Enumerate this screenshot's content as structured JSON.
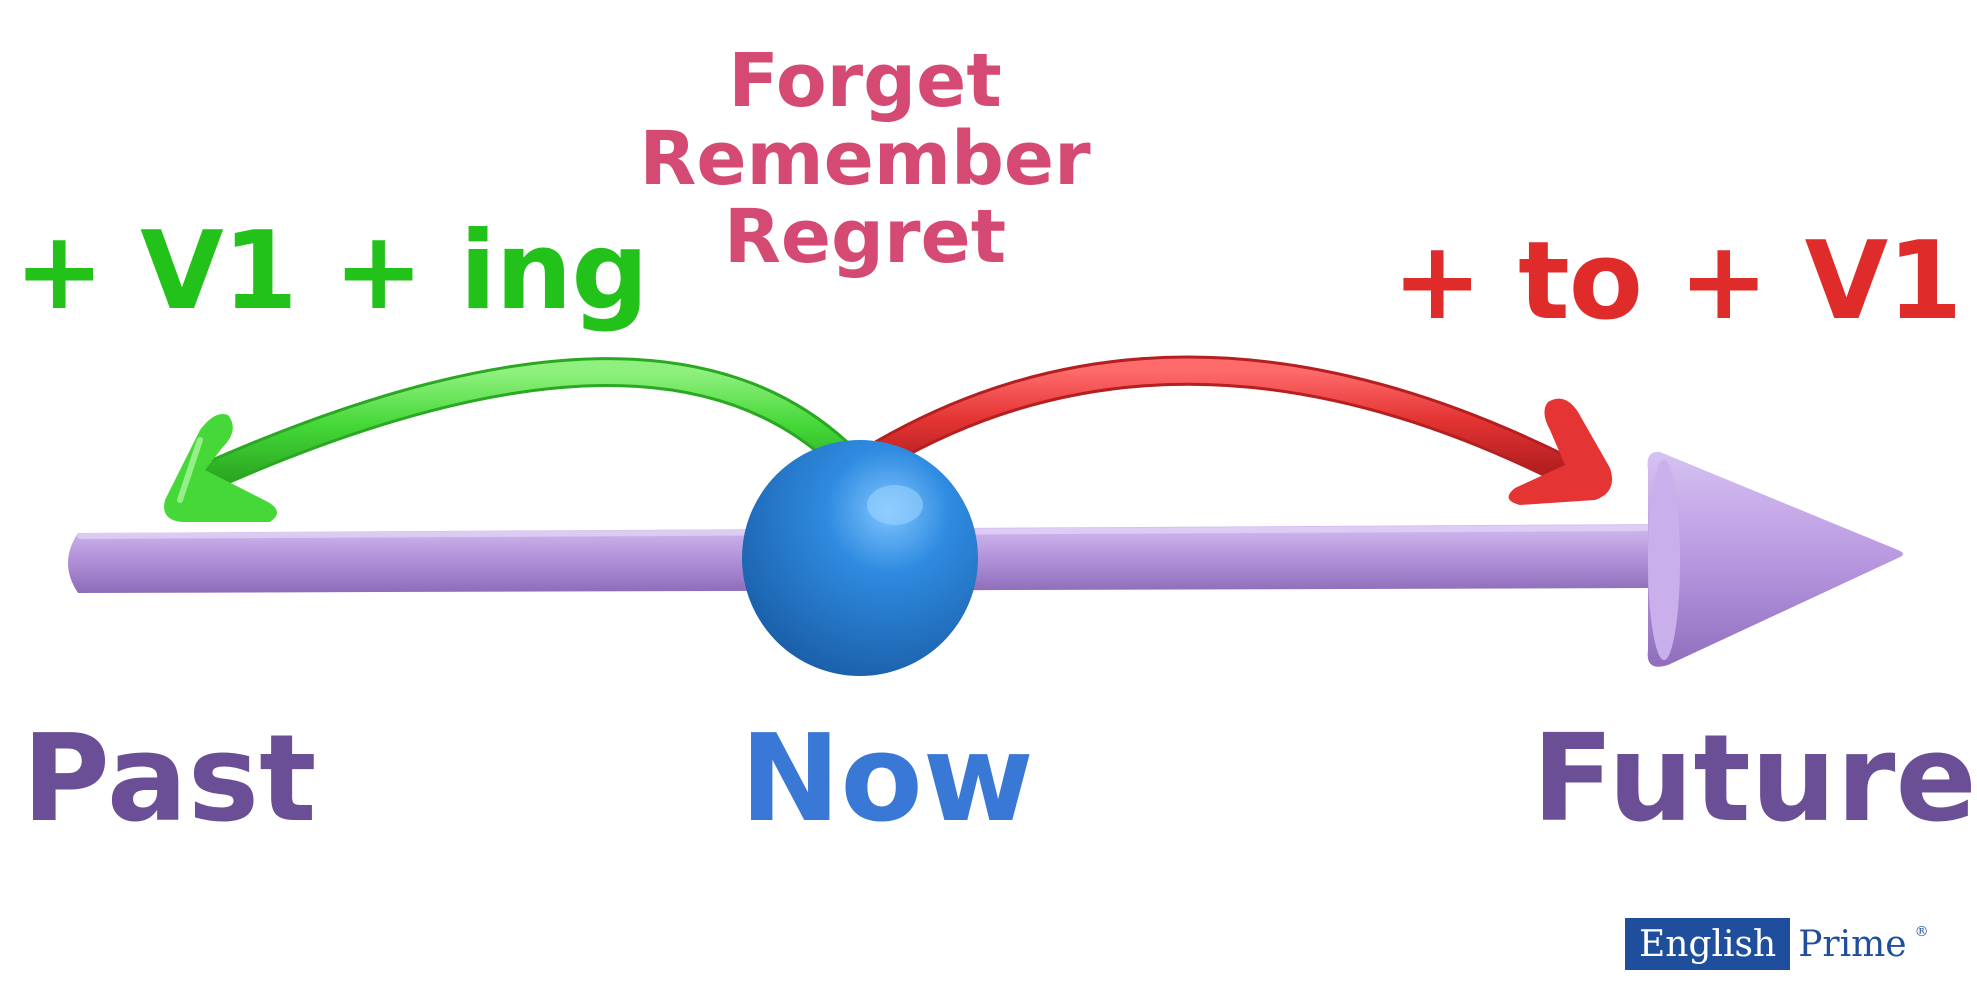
{
  "verbs": [
    "Forget",
    "Remember",
    "Regret"
  ],
  "left_rule": "+ V1 + ing",
  "right_rule": "+ to + V1",
  "labels": {
    "past": "Past",
    "now": "Now",
    "future": "Future"
  },
  "logo": {
    "left": "English",
    "right": "Prime",
    "mark": "®"
  },
  "colors": {
    "verbs": "#d44a72",
    "left_rule": "#22c21a",
    "right_rule": "#e02b2b",
    "timeline": "#b08fd8",
    "now_sphere": "#2a7fd8",
    "past_future_text": "#6b4f96",
    "now_text": "#3a78d6",
    "logo": "#1f4f9c"
  },
  "icons": {
    "timeline": "timeline-arrow-icon",
    "now": "sphere-icon",
    "left_arrow": "curved-arrow-left-icon",
    "right_arrow": "curved-arrow-right-icon"
  }
}
